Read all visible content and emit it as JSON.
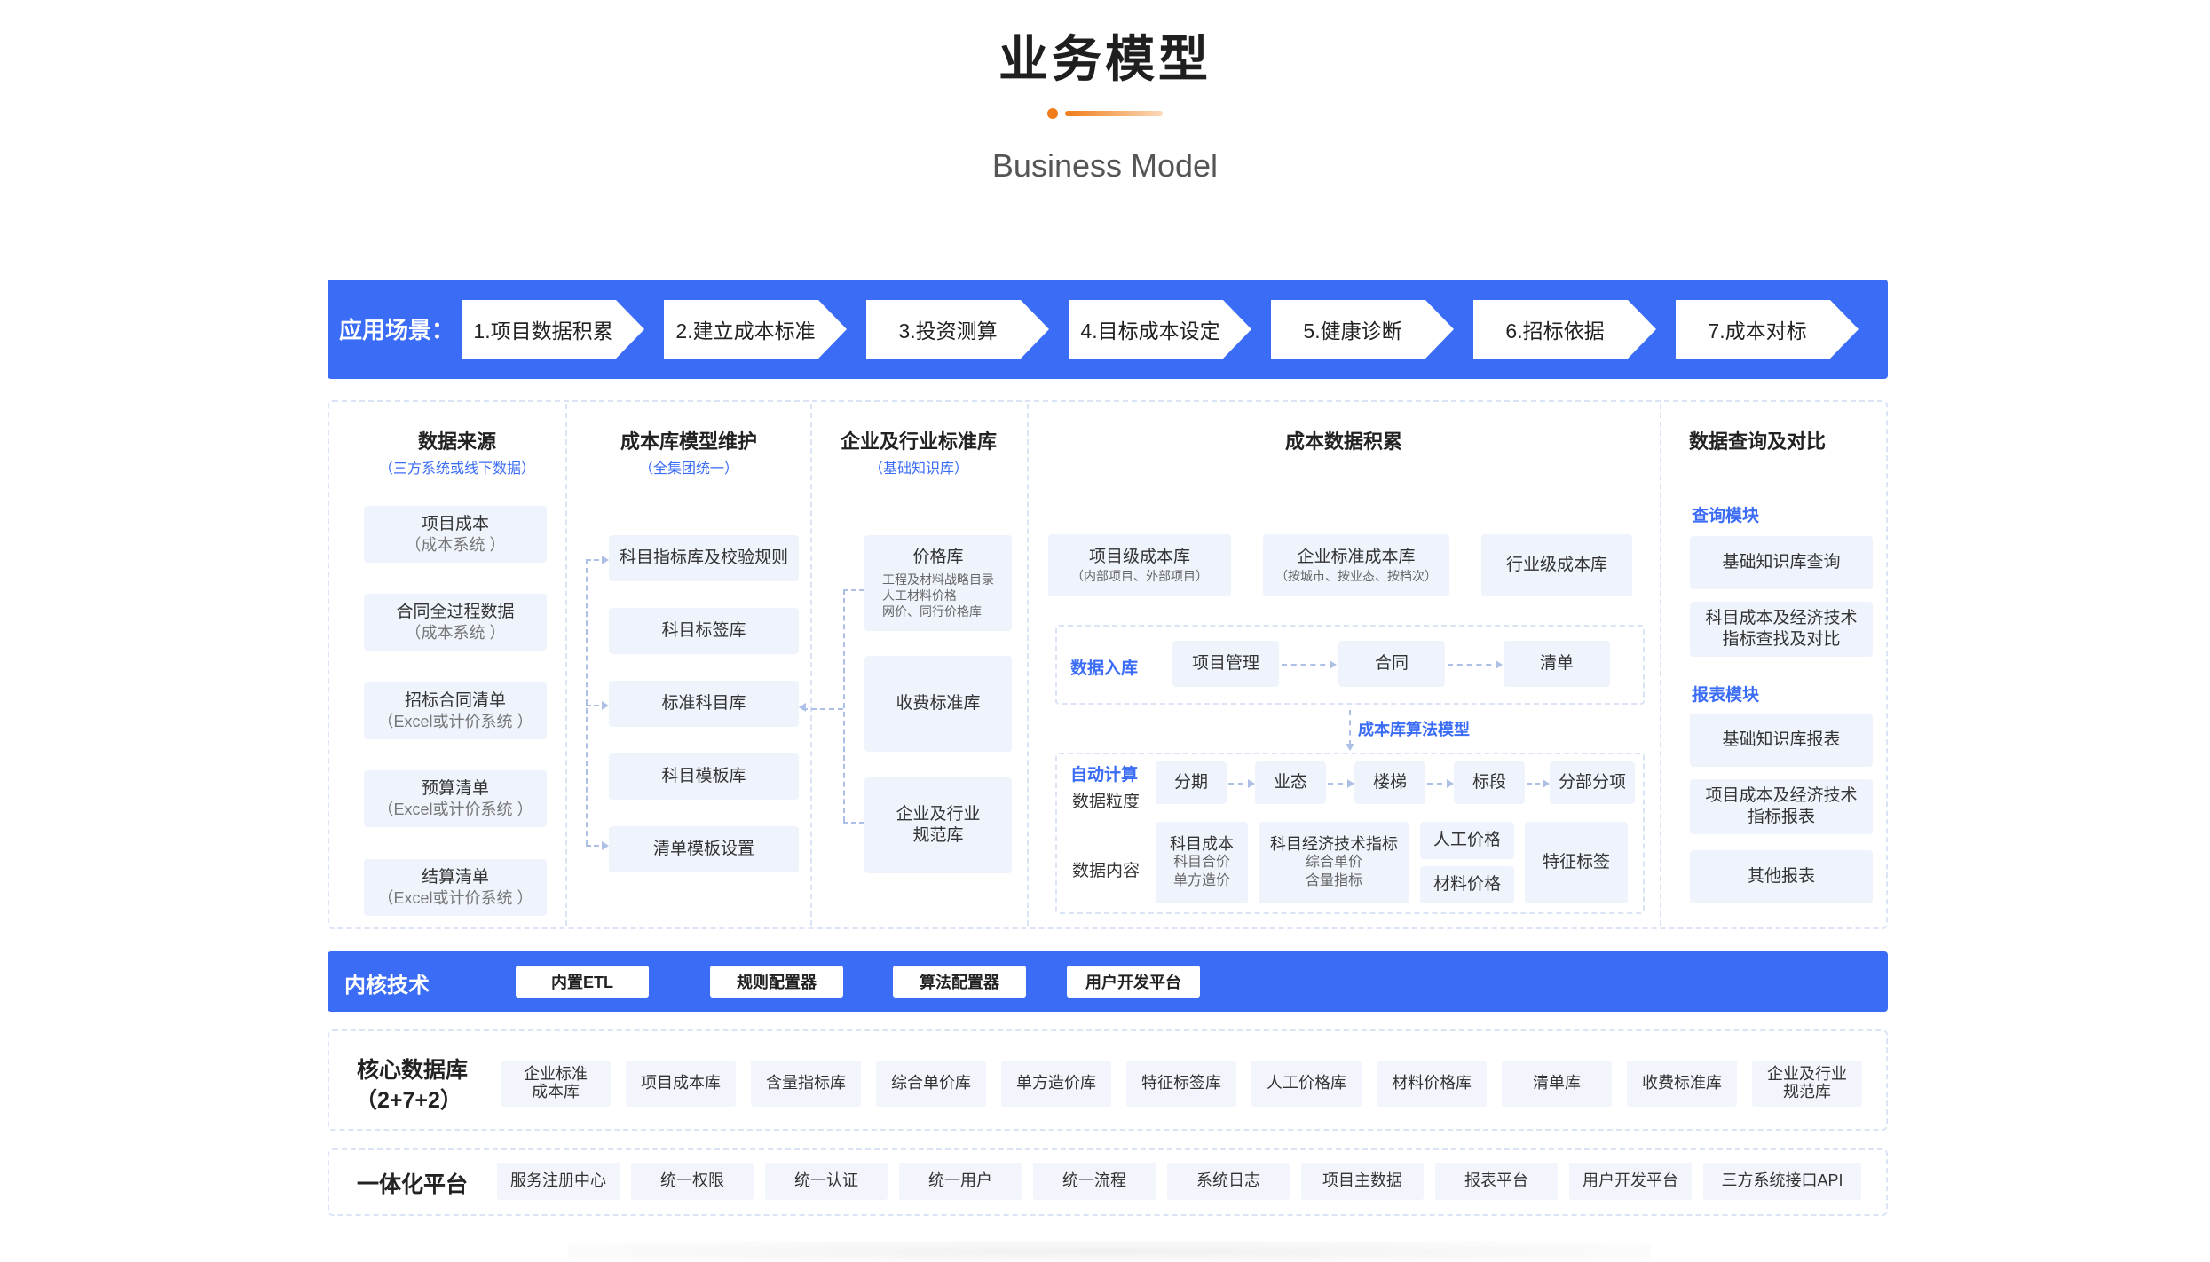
{
  "header": {
    "title": "业务模型",
    "subtitle": "Business Model"
  },
  "scenarios": {
    "label": "应用场景：",
    "items": [
      "1.项目数据积累",
      "2.建立成本标准",
      "3.投资测算",
      "4.目标成本设定",
      "5.健康诊断",
      "6.招标依据",
      "7.成本对标"
    ]
  },
  "data_source": {
    "title": "数据来源",
    "subtitle": "（三方系统或线下数据）",
    "items": [
      {
        "name": "项目成本",
        "note": "（成本系统 ）"
      },
      {
        "name": "合同全过程数据",
        "note": "（成本系统 ）"
      },
      {
        "name": "招标合同清单",
        "note": "（Excel或计价系统 ）"
      },
      {
        "name": "预算清单",
        "note": "（Excel或计价系统 ）"
      },
      {
        "name": "结算清单",
        "note": "（Excel或计价系统 ）"
      }
    ]
  },
  "model_maintain": {
    "title": "成本库模型维护",
    "subtitle": "（全集团统一）",
    "items": [
      "科目指标库及校验规则",
      "科目标签库",
      "标准科目库",
      "科目模板库",
      "清单模板设置"
    ]
  },
  "standard_lib": {
    "title": "企业及行业标准库",
    "subtitle": "（基础知识库）",
    "price": {
      "name": "价格库",
      "lines": [
        "工程及材料战略目录",
        "人工材料价格",
        "网价、同行价格库"
      ]
    },
    "fee": "收费标准库",
    "norm": [
      "企业及行业",
      "规范库"
    ]
  },
  "accumulate": {
    "title": "成本数据积累",
    "libs": [
      {
        "name": "项目级成本库",
        "note": "（内部项目、外部项目）"
      },
      {
        "name": "企业标准成本库",
        "note": "（按城市、按业态、按档次）"
      },
      {
        "name": "行业级成本库",
        "note": ""
      }
    ],
    "ingest": {
      "label": "数据入库",
      "items": [
        "项目管理",
        "合同",
        "清单"
      ]
    },
    "algo_label": "成本库算法模型",
    "auto": {
      "label": "自动计算",
      "granularity_label": "数据粒度",
      "granularity": [
        "分期",
        "业态",
        "楼梯",
        "标段",
        "分部分项"
      ],
      "content_label": "数据内容",
      "content": {
        "subject_cost": [
          "科目成本",
          "科目合价",
          "单方造价"
        ],
        "econ_index": [
          "科目经济技术指标",
          "综合单价",
          "含量指标"
        ],
        "labor_price": "人工价格",
        "material_price": "材料价格",
        "feature_tag": "特征标签"
      }
    }
  },
  "query": {
    "title": "数据查询及对比",
    "query_module": "查询模块",
    "query_items": [
      [
        "基础知识库查询"
      ],
      [
        "科目成本及经济技术",
        "指标查找及对比"
      ]
    ],
    "report_module": "报表模块",
    "report_items": [
      [
        "基础知识库报表"
      ],
      [
        "项目成本及经济技术",
        "指标报表"
      ],
      [
        "其他报表"
      ]
    ]
  },
  "kernel": {
    "label": "内核技术",
    "items": [
      "内置ETL",
      "规则配置器",
      "算法配置器",
      "用户开发平台"
    ]
  },
  "core_db": {
    "label": "核心数据库",
    "sublabel": "（2+7+2）",
    "items": [
      [
        "企业标准",
        "成本库"
      ],
      [
        "项目成本库"
      ],
      [
        "含量指标库"
      ],
      [
        "综合单价库"
      ],
      [
        "单方造价库"
      ],
      [
        "特征标签库"
      ],
      [
        "人工价格库"
      ],
      [
        "材料价格库"
      ],
      [
        "清单库"
      ],
      [
        "收费标准库"
      ],
      [
        "企业及行业",
        "规范库"
      ]
    ]
  },
  "platform": {
    "label": "一体化平台",
    "items": [
      "服务注册中心",
      "统一权限",
      "统一认证",
      "统一用户",
      "统一流程",
      "系统日志",
      "项目主数据",
      "报表平台",
      "用户开发平台",
      "三方系统接口API"
    ]
  },
  "colors": {
    "primary": "#3b6cf5",
    "accent": "#f07d1a",
    "box": "#eef3fc"
  }
}
